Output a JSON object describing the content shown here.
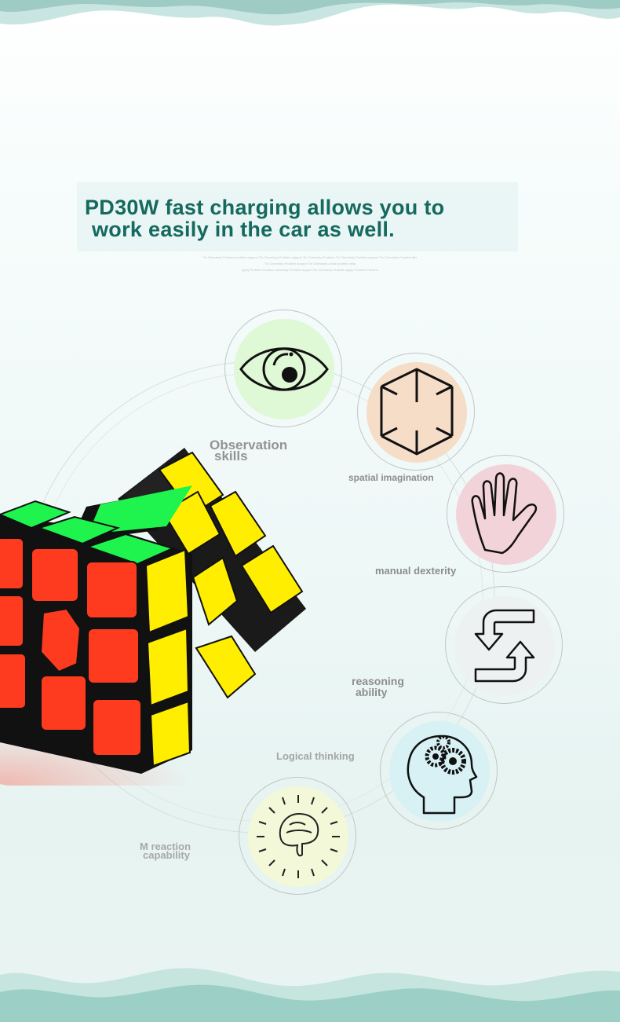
{
  "headline": {
    "line1": "PD30W fast charging allows you to",
    "line2": "work easily in the car as well."
  },
  "fine_print": {
    "line1": "Tin Chemistry Problem problem support Tin Chemistry Problem support Tin Chemistry Problem Tin Chemistry Problem support Tin Chemistry Problem title",
    "line2": "Tin Chemistry Problem support Tin Chemistry online problem help",
    "line3": "apply Problem Problem necessity Problem support Tin Chemistry Problem apply Problem Problem"
  },
  "skills": [
    {
      "id": "observation",
      "line1": "Observation",
      "line2": "skills",
      "icon": "eye-icon",
      "bg": "#dff8d5"
    },
    {
      "id": "spatial",
      "line1": "spatial imagination",
      "line2": "",
      "icon": "cube-icon",
      "bg": "#f5ddc8"
    },
    {
      "id": "manual",
      "line1": "manual dexterity",
      "line2": "",
      "icon": "hand-icon",
      "bg": "#f3d3da"
    },
    {
      "id": "reasoning",
      "line1": "reasoning",
      "line2": "ability",
      "icon": "cycle-arrows-icon",
      "bg": "#eef1f1"
    },
    {
      "id": "logical",
      "line1": "Logical thinking",
      "line2": "",
      "icon": "head-gears-icon",
      "bg": "#d8f1f5"
    },
    {
      "id": "reaction",
      "line1": "M reaction",
      "line2": "capability",
      "icon": "brain-burst-icon",
      "bg": "#f2f8d8"
    }
  ],
  "colors": {
    "headline": "#15695e",
    "label": "#8d8d8d",
    "wave": "#8fc5bf",
    "cube_red": "#ff3b1f",
    "cube_green": "#1ff34d",
    "cube_yellow": "#ffee00"
  }
}
